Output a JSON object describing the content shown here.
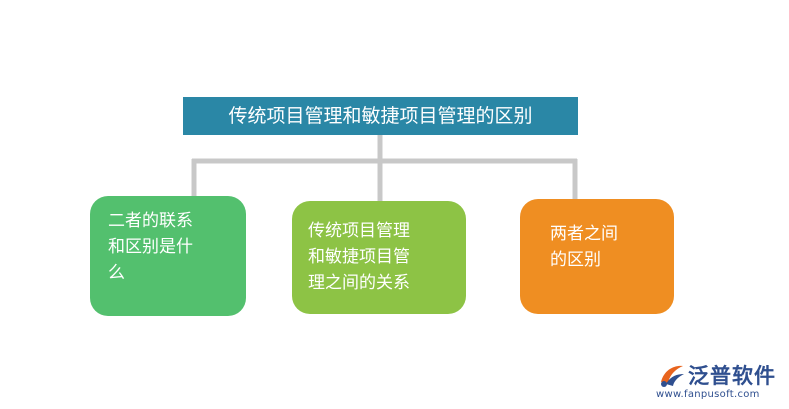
{
  "diagram": {
    "title": "传统项目管理和敏捷项目管理的区别",
    "nodes": [
      {
        "text": "二者的联系\n和区别是什\n么",
        "color": "#53c06e"
      },
      {
        "text": "传统项目管理\n和敏捷项目管\n理之间的关系",
        "color": "#8dc345"
      },
      {
        "text": "两者之间\n的区别",
        "color": "#ef8e22"
      }
    ],
    "title_color": "#2a87a6",
    "connector_color": "#c8c8c8"
  },
  "logo": {
    "name": "泛普软件",
    "url": "www.fanpusoft.com",
    "icon": "fanpu-logo-mark"
  }
}
